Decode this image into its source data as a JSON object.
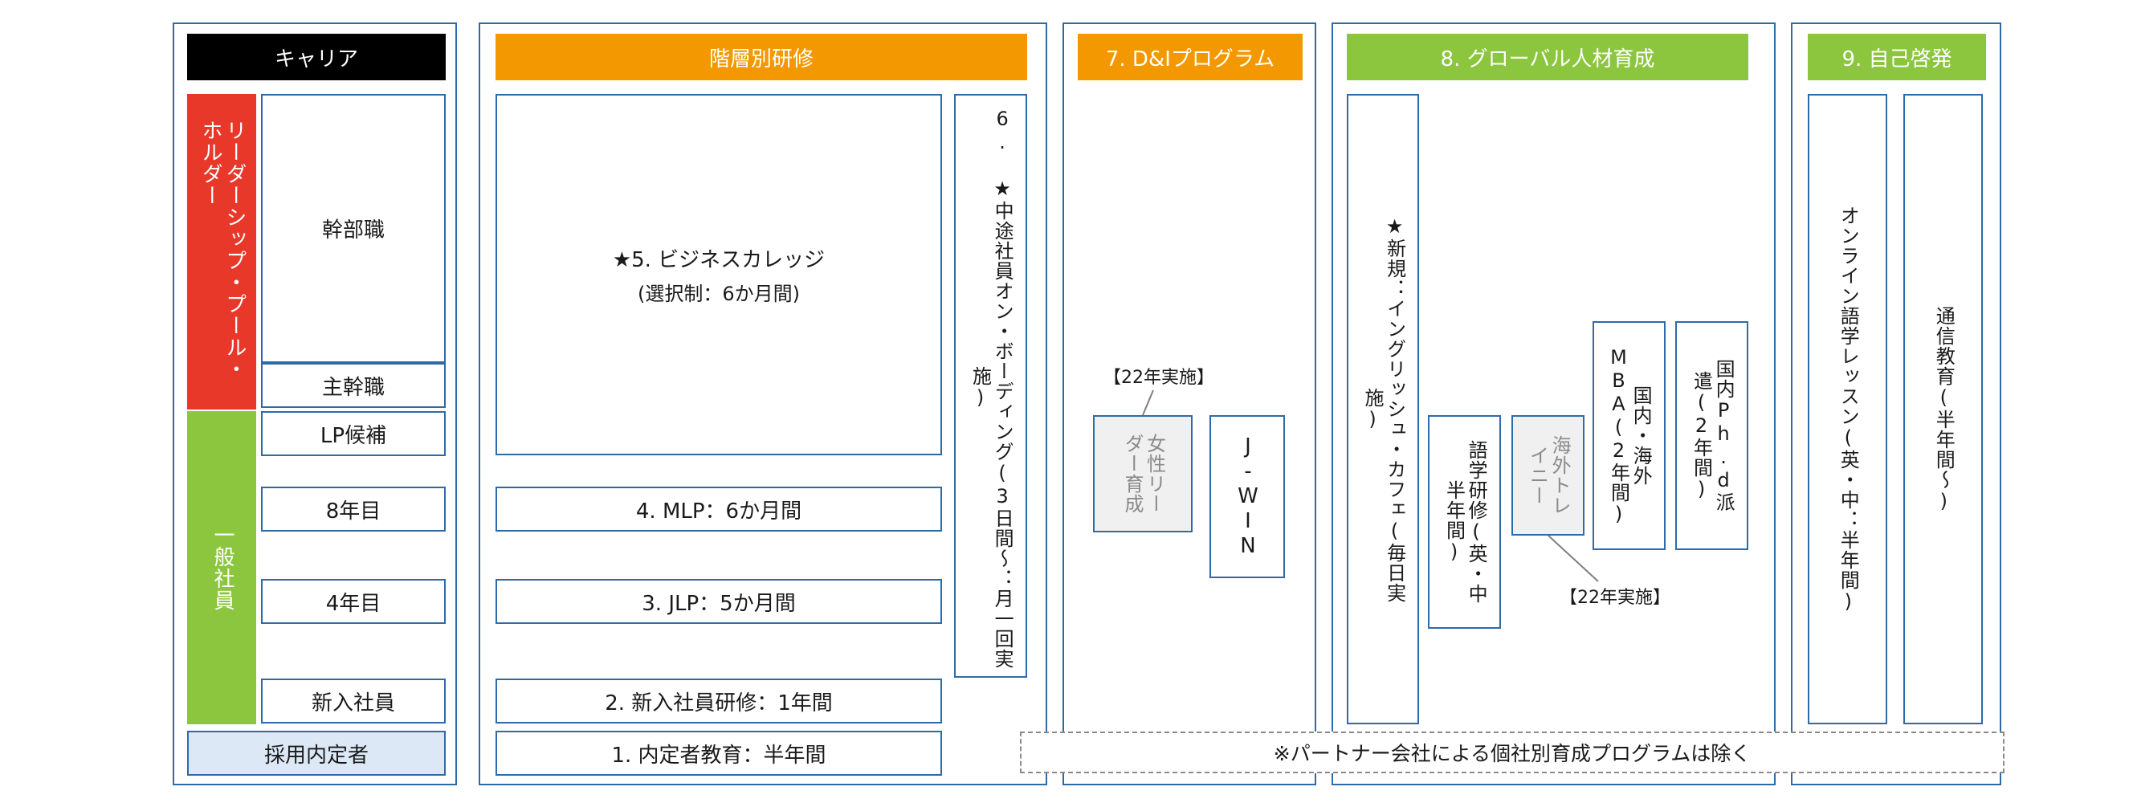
{
  "career": {
    "header": "キャリア",
    "leader_pool": "リーダーシップ・プール・ホルダー",
    "general_staff": "一般社員",
    "levels": [
      "幹部職",
      "主幹職",
      "LP候補",
      "8年目",
      "4年目",
      "新入社員",
      "採用内定者"
    ]
  },
  "hierarchy": {
    "header": "階層別研修",
    "business_college": "★5. ビジネスカレッジ",
    "business_college_sub": "(選択制：6か月間)",
    "mlp": "4. MLP：6か月間",
    "jlp": "3. JLP：5か月間",
    "new_hire": "2. 新入社員研修：1年間",
    "offer": "1. 内定者教育：半年間",
    "onboarding": "6. ★中途社員オン・ボーディング(3日間～：月一回実施)"
  },
  "dei": {
    "header": "7. D&Iプログラム",
    "note": "【22年実施】",
    "women_leader": "女性リーダー育成",
    "jwin": "J-WIN"
  },
  "global": {
    "header": "8. グローバル人材育成",
    "english_cafe": "★新規：イングリッシュ・カフェ(毎日実施)",
    "language": "語学研修(英・中 半年間)",
    "trainee": "海外トレイニー",
    "trainee_note": "【22年実施】",
    "mba": "国内・海外MBA(2年間)",
    "phd": "国内Ph.d派遣(2年間)"
  },
  "self_dev": {
    "header": "9. 自己啓発",
    "online": "オンライン語学レッスン(英・中：半年間)",
    "correspondence": "通信教育(半年間～)"
  },
  "footer_note": "※パートナー会社による個社別育成プログラムは除く",
  "colors": {
    "border": "#2e6aa8",
    "leader_red": "#e8382a",
    "general_green": "#8cc63f",
    "header_orange": "#f39800",
    "header_black": "#000000",
    "offer_blue": "#dce8f5"
  }
}
